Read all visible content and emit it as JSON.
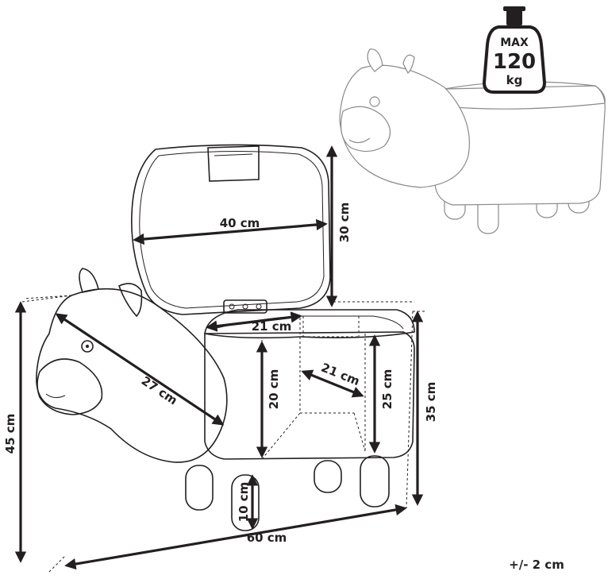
{
  "weight_badge": {
    "line1": "MAX",
    "line2": "120",
    "line3": "kg"
  },
  "dimensions": {
    "lid_width": "40 cm",
    "lid_height": "30 cm",
    "inner_width": "21 cm",
    "inner_depth": "21 cm",
    "inner_height": "20 cm",
    "body_height": "25 cm",
    "seat_height": "35 cm",
    "head_length": "27 cm",
    "leg_height": "10 cm",
    "total_length": "60 cm",
    "total_height": "45 cm"
  },
  "tolerance": "+/- 2 cm"
}
